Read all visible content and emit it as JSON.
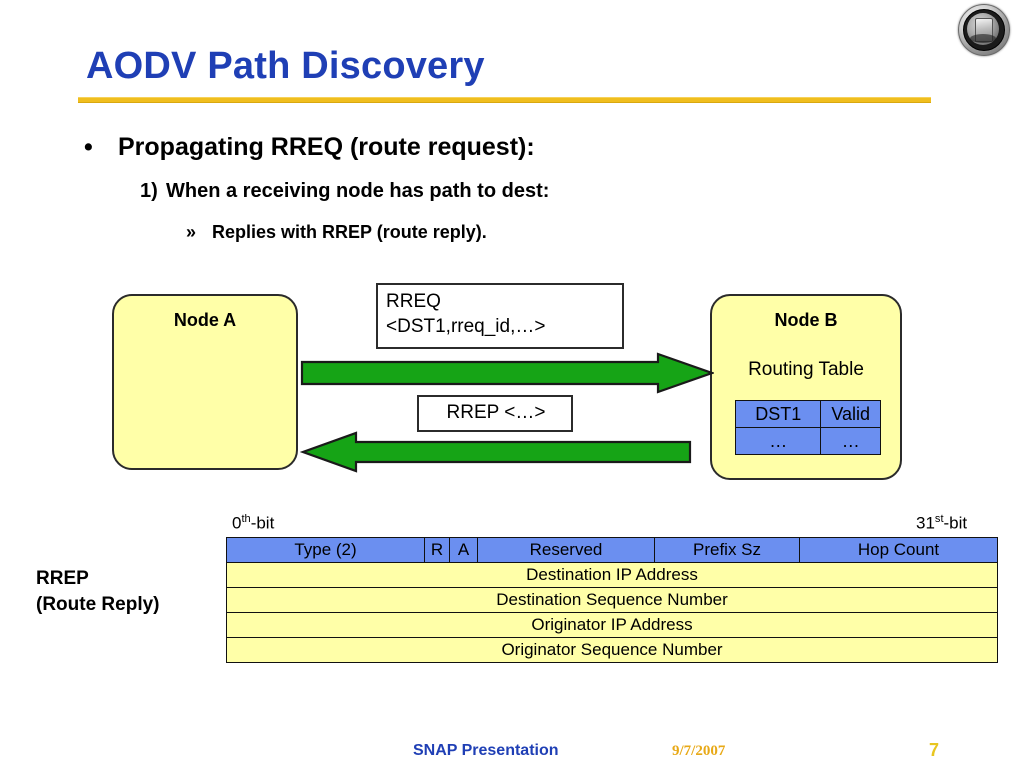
{
  "slide": {
    "title": "AODV Path Discovery",
    "title_color": "#1F3FB5",
    "rule_color": "#F0BE1E",
    "logo_name": "university-seal-logo"
  },
  "bullets": {
    "level1_marker": "•",
    "level1": "Propagating RREQ (route request):",
    "level2_marker": "1)",
    "level2": "When a receiving node has path to dest:",
    "level3_marker": "»",
    "level3": "Replies with RREP (route reply)."
  },
  "diagram": {
    "node_a": {
      "title": "Node A"
    },
    "node_b": {
      "title": "Node B",
      "subtitle": "Routing Table",
      "table": [
        [
          "DST1",
          "Valid"
        ],
        [
          "…",
          "…"
        ]
      ]
    },
    "messages": {
      "rreq_line1": "RREQ",
      "rreq_line2": "<DST1,rreq_id,…>",
      "rrep": "RREP <…>"
    },
    "arrow_color": "#16A416",
    "arrow_outline": "#1a1a1a",
    "node_fill": "#FFFFA8",
    "arrow_forward_name": "rreq-arrow-right",
    "arrow_backward_name": "rrep-arrow-left"
  },
  "packet": {
    "bit_left_num": "0",
    "bit_left_sup": "th",
    "bit_left_suffix": "-bit",
    "bit_right_num": "31",
    "bit_right_sup": "st",
    "bit_right_suffix": "-bit",
    "label_line1": "RREP",
    "label_line2": "(Route Reply)",
    "header_fill": "#6B8FF0",
    "body_fill": "#FFFFA8",
    "header_cells": [
      "Type (2)",
      "R",
      "A",
      "Reserved",
      "Prefix Sz",
      "Hop Count"
    ],
    "rows": [
      "Destination IP Address",
      "Destination Sequence Number",
      "Originator IP Address",
      "Originator Sequence Number"
    ]
  },
  "footer": {
    "presentation": "SNAP Presentation",
    "date": "9/7/2007",
    "page": "7"
  }
}
